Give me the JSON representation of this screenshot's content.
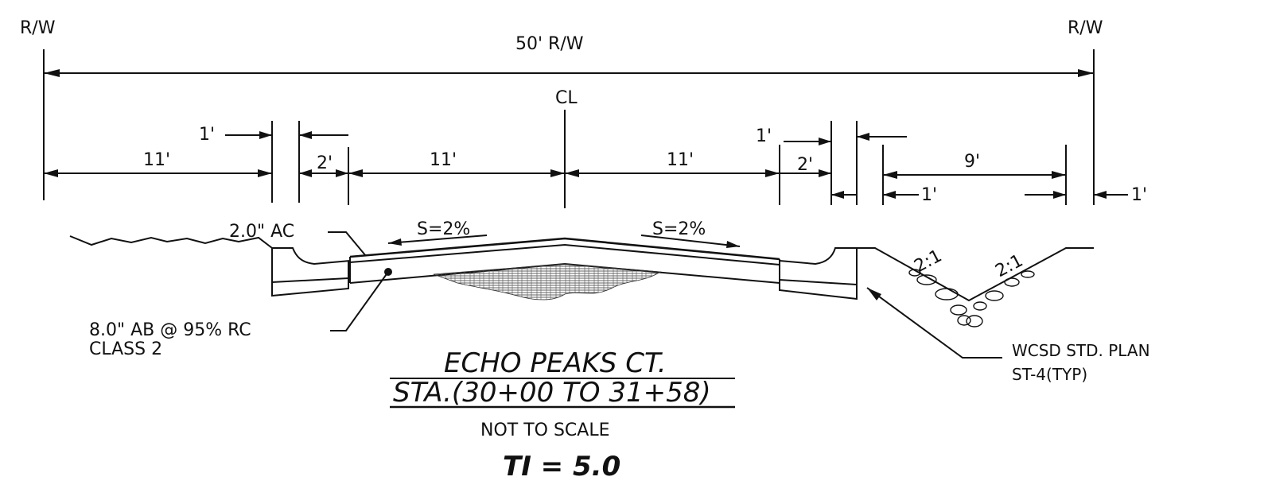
{
  "labels": {
    "rw_left": "R/W",
    "rw_right": "R/W",
    "rw_total": "50' R/W",
    "centerline": "CL",
    "dim_left_11": "11'",
    "dim_left_1": "1'",
    "dim_left_2": "2'",
    "dim_center_left_11": "11'",
    "dim_center_right_11": "11'",
    "dim_right_1": "1'",
    "dim_right_2": "2'",
    "dim_right_9": "9'",
    "dim_right_1b": "1'",
    "dim_right_1c": "1'",
    "slope_left": "S=2%",
    "slope_right": "S=2%",
    "ac_label": "2.0\" AC",
    "ab_label_line1": "8.0\" AB @ 95% RC",
    "ab_label_line2": "CLASS 2",
    "ditch_slope_left": "2:1",
    "ditch_slope_right": "2:1",
    "std_plan_line1": "WCSD STD. PLAN",
    "std_plan_line2": "ST-4(TYP)"
  },
  "title": {
    "line1": "ECHO PEAKS CT.",
    "line2": "STA.(30+00 TO 31+58)",
    "scale": "NOT TO SCALE",
    "ti": "TI = 5.0"
  }
}
